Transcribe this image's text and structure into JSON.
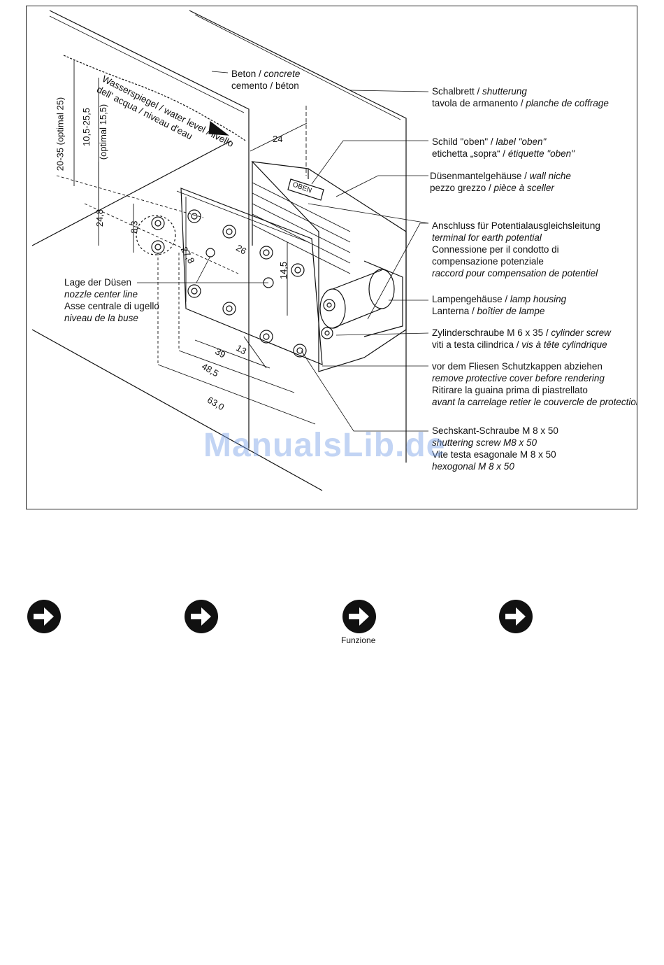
{
  "labels": {
    "beton_1": "Beton / ",
    "beton_1_i": "concrete",
    "beton_2": "cemento / béton",
    "schal_1": "Schalbrett / ",
    "schal_1_i": "shutterung",
    "schal_2": "tavola de armanento / ",
    "schal_2_i": "planche de coffrage",
    "schild_1": "Schild  \"oben\" / ",
    "schild_1_i": "label \"oben\"",
    "schild_2": "etichetta „sopra“ / ",
    "schild_2_i": "étiquette \"oben\"",
    "duesen_1": "Düsenmantelgehäuse / ",
    "duesen_1_i": "wall niche",
    "duesen_2": "pezzo grezzo / ",
    "duesen_2_i": "pièce à sceller",
    "anschluss_1": "Anschluss für Potentialausgleichsleitung",
    "anschluss_2": "terminal for earth potential",
    "anschluss_3": "Connessione per il condotto di",
    "anschluss_4": "compensazione potenziale",
    "anschluss_5": "raccord pour compensation de potentiel",
    "lampe_1": "Lampengehäuse / ",
    "lampe_1_i": "lamp housing",
    "lampe_2": "Lanterna / ",
    "lampe_2_i": "boîtier de lampe",
    "zyl_1": "Zylinderschraube M 6 x 35 /  ",
    "zyl_1_i": "cylinder screw",
    "zyl_2": "viti a testa cilindrica / ",
    "zyl_2_i": "vis à tête cylindrique",
    "vor_1": "vor dem Fliesen Schutzkappen abziehen",
    "vor_2": "remove protective cover before rendering",
    "vor_3": "Ritirare la guaina prima di piastrellato",
    "vor_4": "avant la carrelage retier le couvercle de protection",
    "sechs_1": "Sechskant-Schraube M 8 x 50",
    "sechs_2": "shuttering screw M8 x 50",
    "sechs_3": "Vite testa esagonale M 8 x 50",
    "sechs_4": "hexogonal M 8 x 50",
    "lage_1": "Lage der Düsen",
    "lage_2": "nozzle center line",
    "lage_3": "Asse centrale di ugello",
    "lage_4": "niveau de la buse",
    "water_1": "Wasserspiegel / water level / livello",
    "water_2": "dell' acqua / niveau d'eau",
    "oben_plate": "OBEN"
  },
  "dimensions": {
    "d_20_35": "20-35 (optimal 25)",
    "d_10_25": "10,5-25,5",
    "d_opt155": "(optimal 15,5)",
    "d_24": "24",
    "d_248": "24,8",
    "d_83": "8,3",
    "d_278": "27,8",
    "d_26": "26",
    "d_145": "14,5",
    "d_39": "39",
    "d_13": "13",
    "d_485": "48,5",
    "d_630": "63,0"
  },
  "watermark": "ManualsLib.de",
  "icons": [
    {
      "name": "arrow-right-circle-icon",
      "label": ""
    },
    {
      "name": "arrow-right-circle-icon",
      "label": ""
    },
    {
      "name": "arrow-right-circle-icon",
      "label": "Funzione"
    },
    {
      "name": "arrow-right-circle-icon",
      "label": ""
    }
  ],
  "colors": {
    "ink": "#111111",
    "watermark": "#78a0e6"
  }
}
